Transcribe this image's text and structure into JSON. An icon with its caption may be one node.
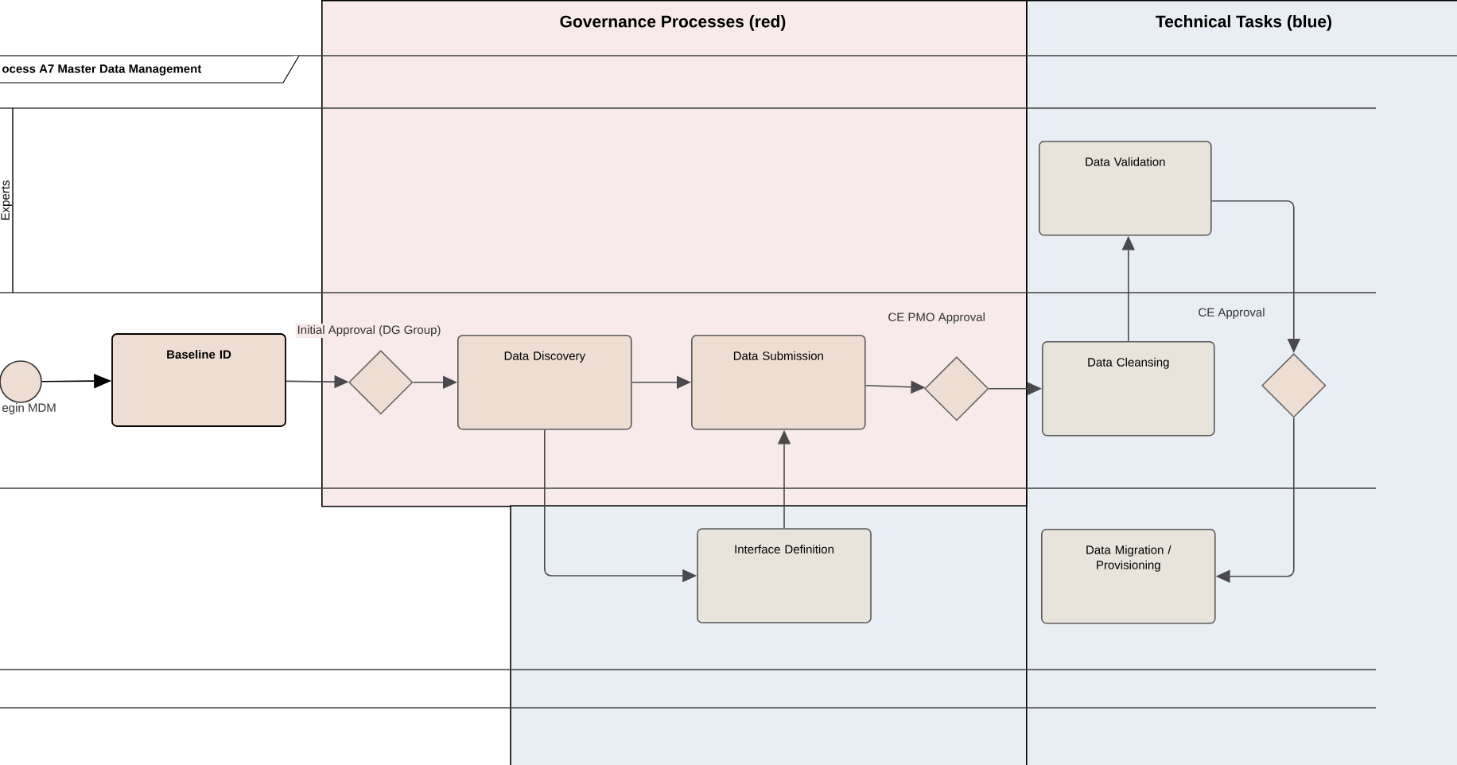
{
  "diagram": {
    "nodes": [
      {
        "text": [
          "Governance Processes (red)"
        ]
      },
      {
        "text": [
          "Technical Tasks (blue)"
        ]
      },
      {
        "text": [],
        "shape": "circle",
        "beside": [
          "egin MDM"
        ]
      },
      {
        "text": [
          "Baseline ID"
        ]
      },
      {
        "text": [],
        "shape": "diamond",
        "beside": [
          "Initial Approval (DG Group)"
        ],
        "in": 0
      },
      {
        "text": [
          "Data Discovery"
        ],
        "in": 0
      },
      {
        "text": [
          "Data Submission"
        ],
        "in": 0
      },
      {
        "text": [],
        "shape": "diamond",
        "beside": [
          "CE PMO Approval"
        ],
        "in": 0
      },
      {
        "text": [
          "Data Validation"
        ],
        "in": 1
      },
      {
        "text": [
          "Data Cleansing"
        ],
        "in": 1
      },
      {
        "text": [],
        "shape": "diamond",
        "beside": [
          "CE Approval"
        ],
        "in": 1
      },
      {
        "text": [
          "Interface Definition"
        ]
      },
      {
        "text": [
          "Data Migration / Provisioning"
        ],
        "in": 1
      }
    ],
    "edges": [
      {
        "from": 2,
        "to": 3,
        "arrow": "to"
      },
      {
        "from": 3,
        "to": 4,
        "arrow": "to"
      },
      {
        "from": 4,
        "to": 5,
        "arrow": "to"
      },
      {
        "from": 5,
        "to": 6,
        "arrow": "to"
      },
      {
        "from": 6,
        "to": 7,
        "arrow": "to"
      },
      {
        "from": 7,
        "to": 9,
        "arrow": "to"
      },
      {
        "from": 9,
        "to": 8,
        "arrow": "to"
      },
      {
        "from": 8,
        "to": 10,
        "arrow": "to"
      },
      {
        "from": 10,
        "to": 12,
        "arrow": "to"
      },
      {
        "from": 5,
        "to": 11,
        "arrow": "to"
      },
      {
        "from": 11,
        "to": 6,
        "arrow": "to"
      }
    ],
    "labels": [
      "ocess A7 Master Data Management",
      "Experts"
    ]
  }
}
